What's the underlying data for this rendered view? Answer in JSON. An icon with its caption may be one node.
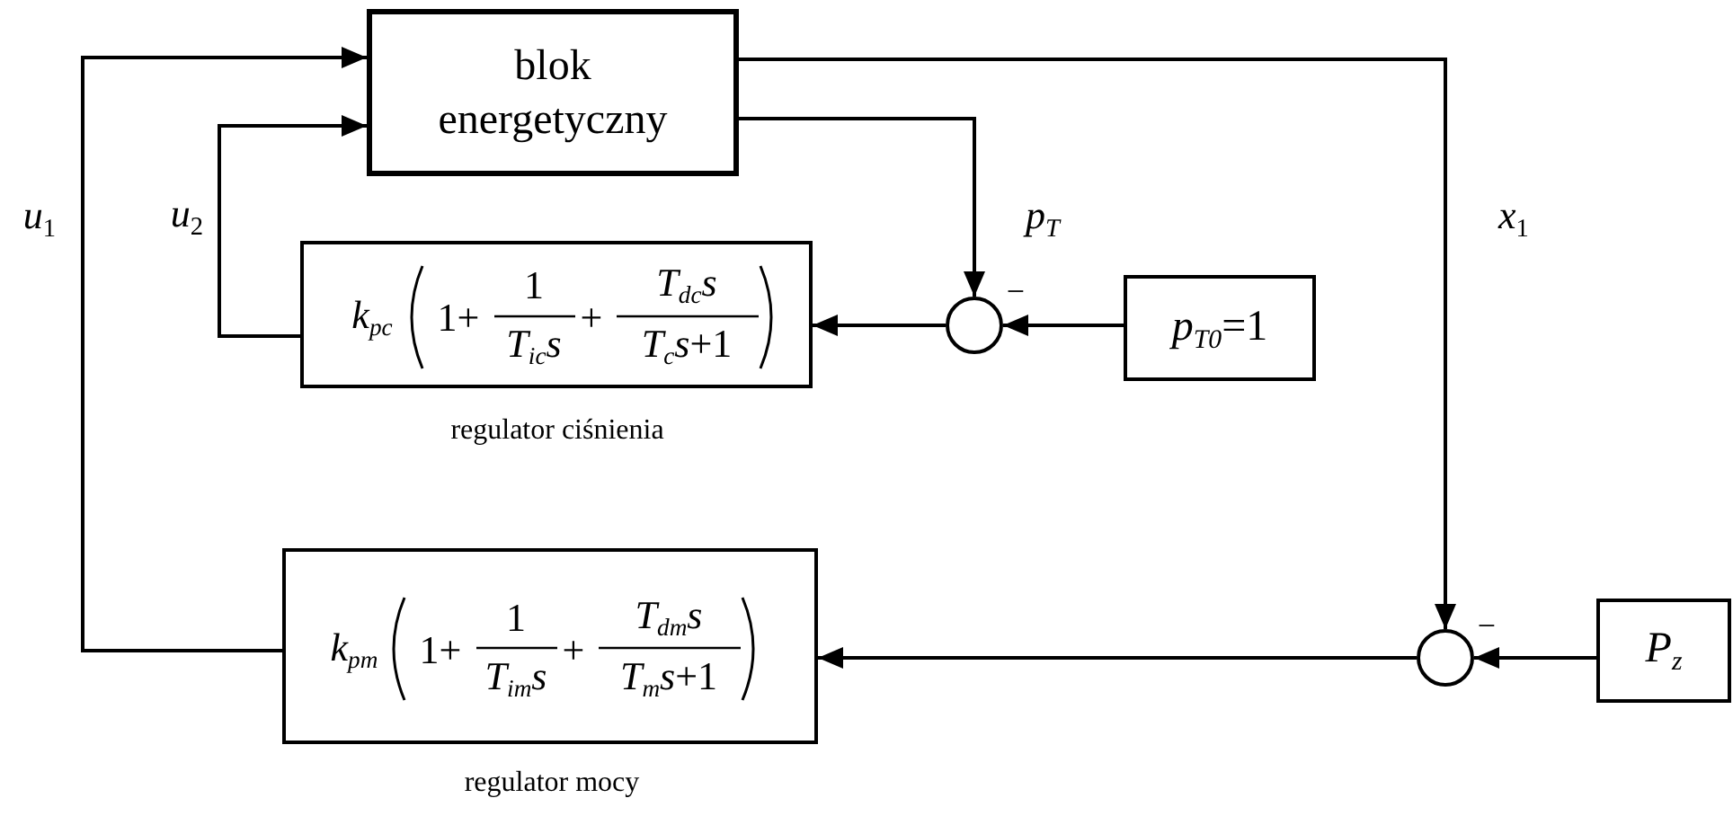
{
  "diagram": {
    "nodes": [
      {
        "text": [
          "blok energetyczny"
        ]
      },
      {
        "text": [
          "k$_{pc}$",
          "1+",
          "1",
          "T$_{ic}$s",
          "+",
          "T$_{dc}$s",
          "*T*$_{c}$*s*+1"
        ],
        "beside": [
          "regulator ciśnienia"
        ]
      },
      {
        "text": [],
        "shape": "circle"
      },
      {
        "text": [
          "*p*$_{T0}$=1"
        ]
      },
      {
        "text": [
          "k$_{pm}$",
          "1+",
          "1",
          "T$_{im}$s",
          "+",
          "T$_{dm}$s",
          "*T*$_{m}$*s*+1"
        ],
        "beside": [
          "regulator mocy"
        ]
      },
      {
        "text": [],
        "shape": "circle"
      },
      {
        "text": [
          "P$_{z}$"
        ]
      }
    ],
    "edges": [
      {
        "from": 4,
        "to": 0,
        "arrow": "to",
        "label": "*u*$_{1}$"
      },
      {
        "from": 1,
        "to": 0,
        "arrow": "to",
        "label": "*u*$_{2}$"
      },
      {
        "from": 0,
        "to": 2,
        "arrow": "to",
        "label": "p$_{T}$"
      },
      {
        "from": 3,
        "to": 2,
        "arrow": "to"
      },
      {
        "from": 2,
        "to": 1,
        "arrow": "to"
      },
      {
        "from": 0,
        "to": 5,
        "arrow": "to",
        "label": "*x*$_{1}$"
      },
      {
        "from": 6,
        "to": 5,
        "arrow": "to"
      },
      {
        "from": 5,
        "to": 4,
        "arrow": "to"
      }
    ],
    "labels": [
      "−",
      "−"
    ]
  }
}
